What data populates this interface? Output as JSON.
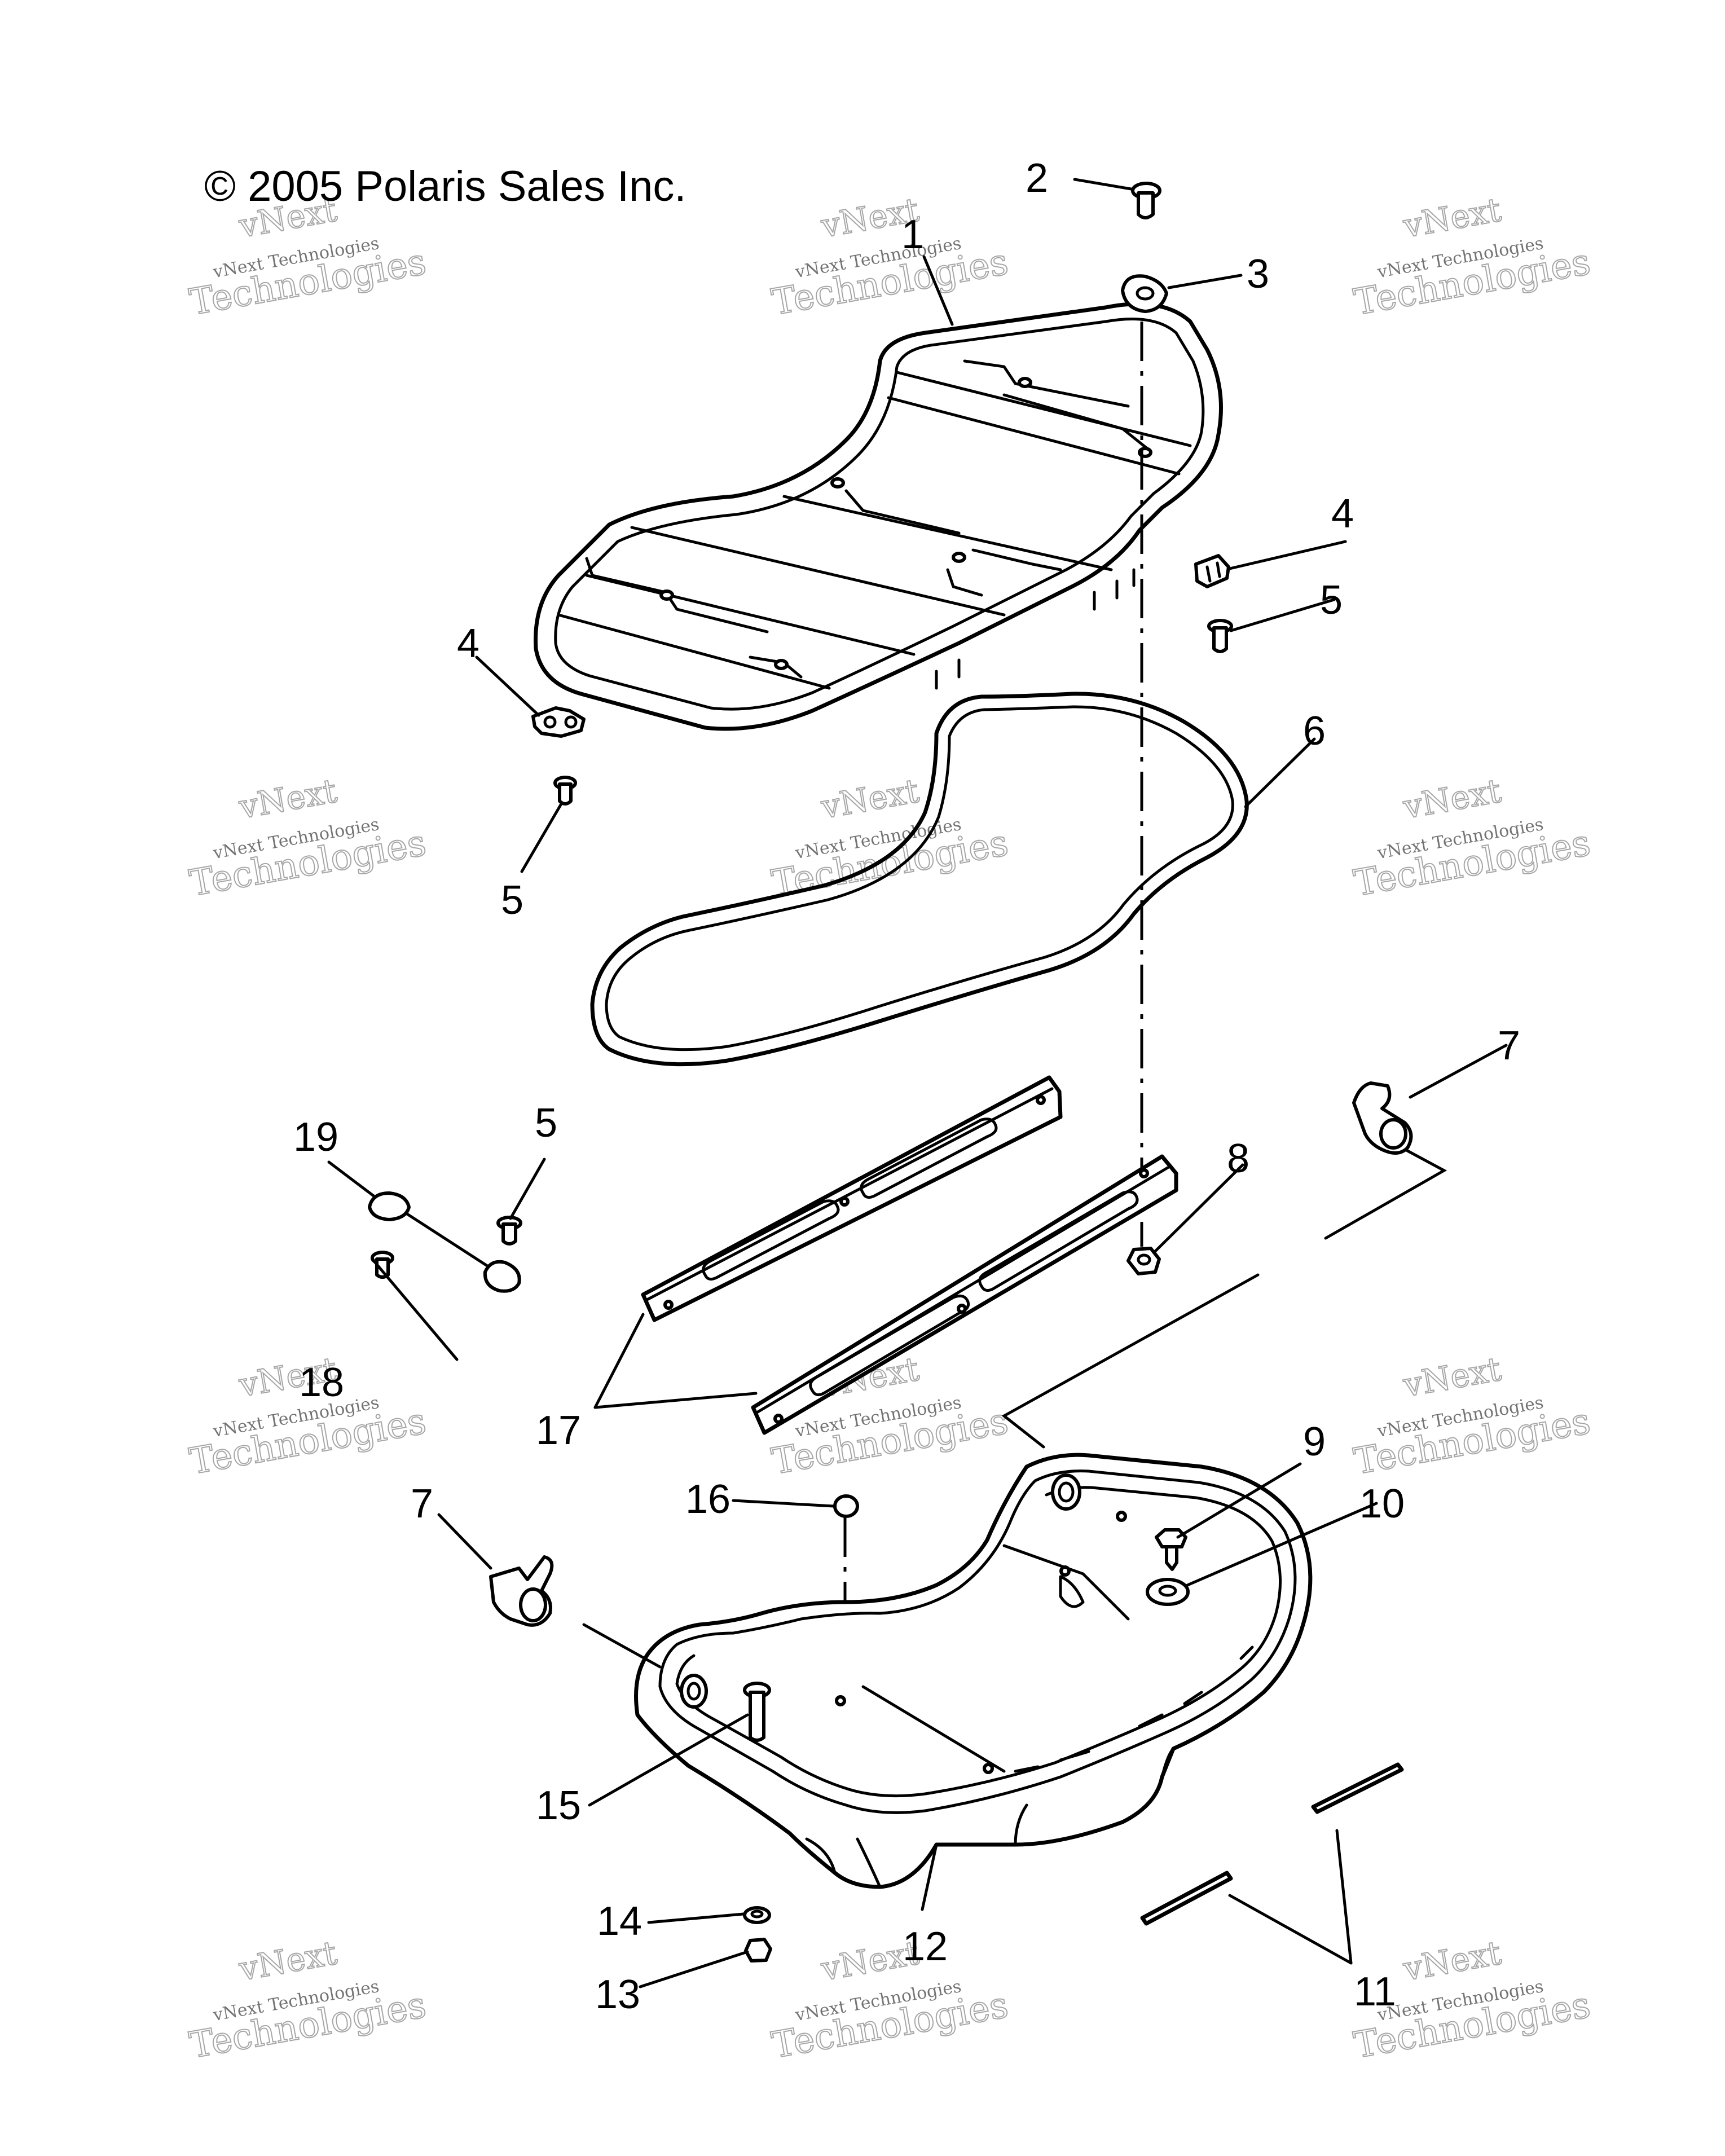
{
  "copyright": "© 2005 Polaris Sales Inc.",
  "watermark": {
    "top": "vNext",
    "middle": "vNext Technologies",
    "bottom": "Technologies"
  },
  "callouts": {
    "c1": "1",
    "c2": "2",
    "c3": "3",
    "c4a": "4",
    "c4b": "4",
    "c5a": "5",
    "c5b": "5",
    "c5c": "5",
    "c6": "6",
    "c7a": "7",
    "c7b": "7",
    "c8": "8",
    "c9": "9",
    "c10": "10",
    "c11": "11",
    "c12": "12",
    "c13": "13",
    "c14": "14",
    "c15": "15",
    "c16": "16",
    "c17": "17",
    "c18": "18",
    "c19": "19"
  }
}
